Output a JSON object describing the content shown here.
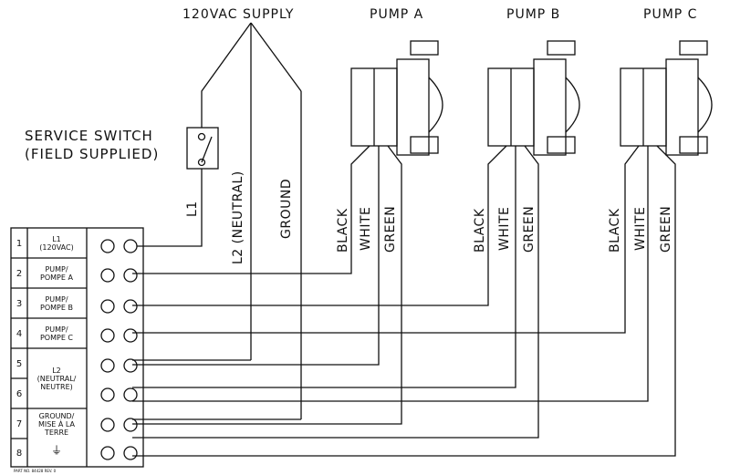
{
  "header": {
    "supply": "120VAC SUPPLY",
    "pump_a": "PUMP A",
    "pump_b": "PUMP B",
    "pump_c": "PUMP C"
  },
  "switch": {
    "line1": "SERVICE SWITCH",
    "line2": "(FIELD SUPPLIED)"
  },
  "wires": {
    "l1": "L1",
    "l2": "L2 (NEUTRAL)",
    "ground": "GROUND",
    "black": "BLACK",
    "white": "WHITE",
    "green": "GREEN"
  },
  "terminal_block": {
    "rows": [
      {
        "num": "1",
        "label": "L1\n(120VAC)"
      },
      {
        "num": "2",
        "label": "PUMP/\nPOMPE A"
      },
      {
        "num": "3",
        "label": "PUMP/\nPOMPE B"
      },
      {
        "num": "4",
        "label": "PUMP/\nPOMPE C"
      },
      {
        "num": "5",
        "label": ""
      },
      {
        "num": "6",
        "label": ""
      },
      {
        "num": "7",
        "label": ""
      },
      {
        "num": "8",
        "label": ""
      }
    ],
    "l2_label": "L2\n(NEUTRAL/\nNEUTRE)",
    "ground_label": "GROUND/\nMISE À LA\nTERRE",
    "ground_symbol": "⏚",
    "part_no": "PART NO. 84428 REV. 0"
  }
}
